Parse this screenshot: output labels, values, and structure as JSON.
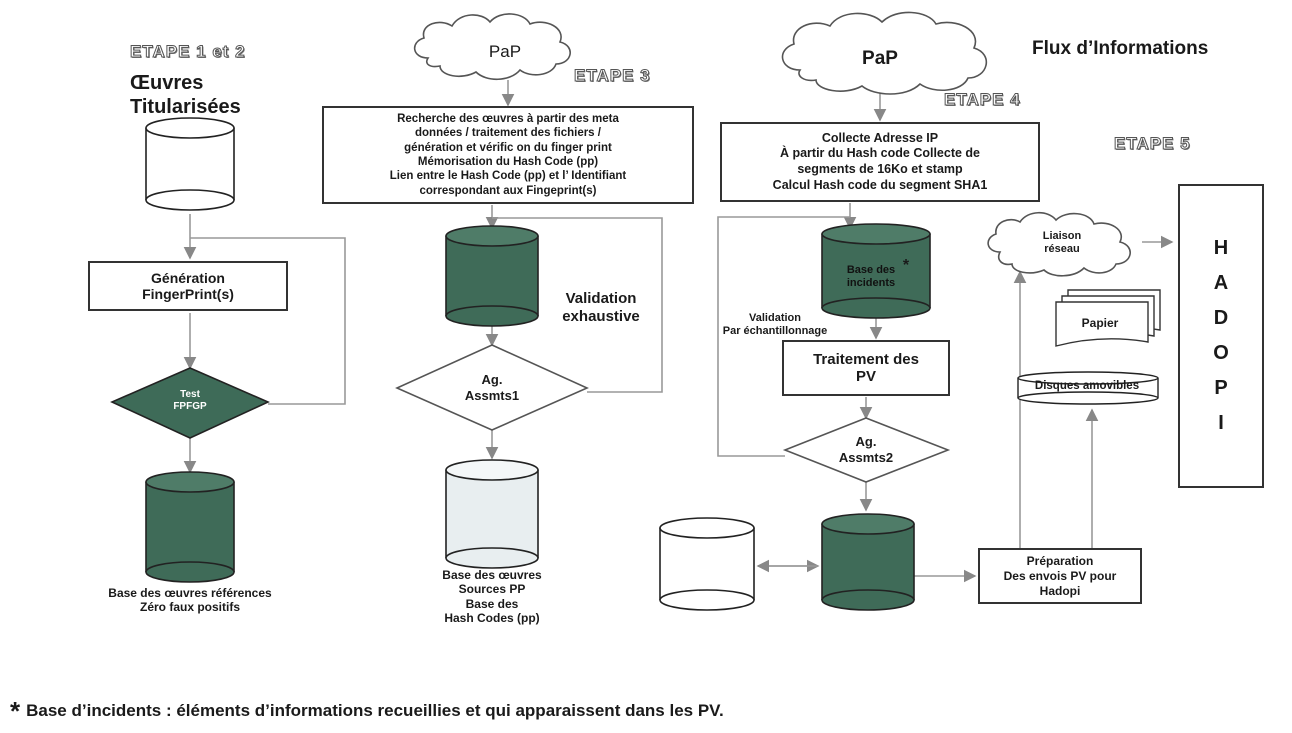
{
  "header": {
    "flux_title": "Flux d’Informations"
  },
  "steps": {
    "etape12": "ETAPE 1 et 2",
    "etape3": "ETAPE 3",
    "etape4": "ETAPE 4",
    "etape5": "ETAPE 5"
  },
  "col1": {
    "title_line1": "Œuvres",
    "title_line2": "Titularisées",
    "generation_line1": "Génération",
    "generation_line2": "FingerPrint(s)",
    "test_line1": "Test",
    "test_line2": "FPFGP",
    "base_line1": "Base  des  œuvres références",
    "base_line2": "Zéro faux positifs"
  },
  "col2": {
    "cloud": "PaP",
    "search_line1": "Recherche des œuvres à partir des meta",
    "search_line2": "données /  traitement des fichiers /",
    "search_line3": "génération et  vérific  on  du finger print",
    "search_line4": "Mémorisation du Hash Code (pp)",
    "search_line5": "Lien entre le  Hash Code (pp)  et l’ Identifiant",
    "search_line6": "correspondant aux  Fingeprint(s)",
    "validation_line1": "Validation",
    "validation_line2": "exhaustive",
    "ag_line1": "Ag.",
    "ag_line2": "Assmts1",
    "base_line1": "Base des œuvres",
    "base_line2": "Sources PP",
    "base_line3": "Base des",
    "base_line4": "Hash  Codes  (pp)"
  },
  "col3": {
    "cloud": "PaP",
    "collect_line1": "Collecte  Adresse IP",
    "collect_line2": "À partir du Hash code  Collecte de",
    "collect_line3": "segments de 16Ko  et  stamp",
    "collect_line4": "Calcul Hash code du segment SHA1",
    "incidents_line1": "Base des",
    "incidents_line2": "incidents",
    "incidents_star": "*",
    "validation_line1": "Validation",
    "validation_line2": "Par échantillonnage",
    "traitement_line1": "Traitement des",
    "traitement_line2": "PV",
    "ag_line1": "Ag.",
    "ag_line2": "Assmts2"
  },
  "col4": {
    "liaison_line1": "Liaison",
    "liaison_line2": "réseau",
    "papier": "Papier",
    "disques": "Disques amovibles",
    "prep_line1": "Préparation",
    "prep_line2": "Des envois PV    pour",
    "prep_line3": "Hadopi",
    "hadopi_letters": [
      "H",
      "A",
      "D",
      "O",
      "P",
      "I"
    ]
  },
  "footnote": {
    "star": "*",
    "text": "Base d’incidents : éléments d’informations recueillies et qui apparaissent dans les PV."
  },
  "colors": {
    "db_dark": "#3f6b58",
    "db_light": "#e8eef0",
    "db_white": "#ffffff",
    "diamond_dark": "#3e6b58",
    "line": "#999999"
  }
}
